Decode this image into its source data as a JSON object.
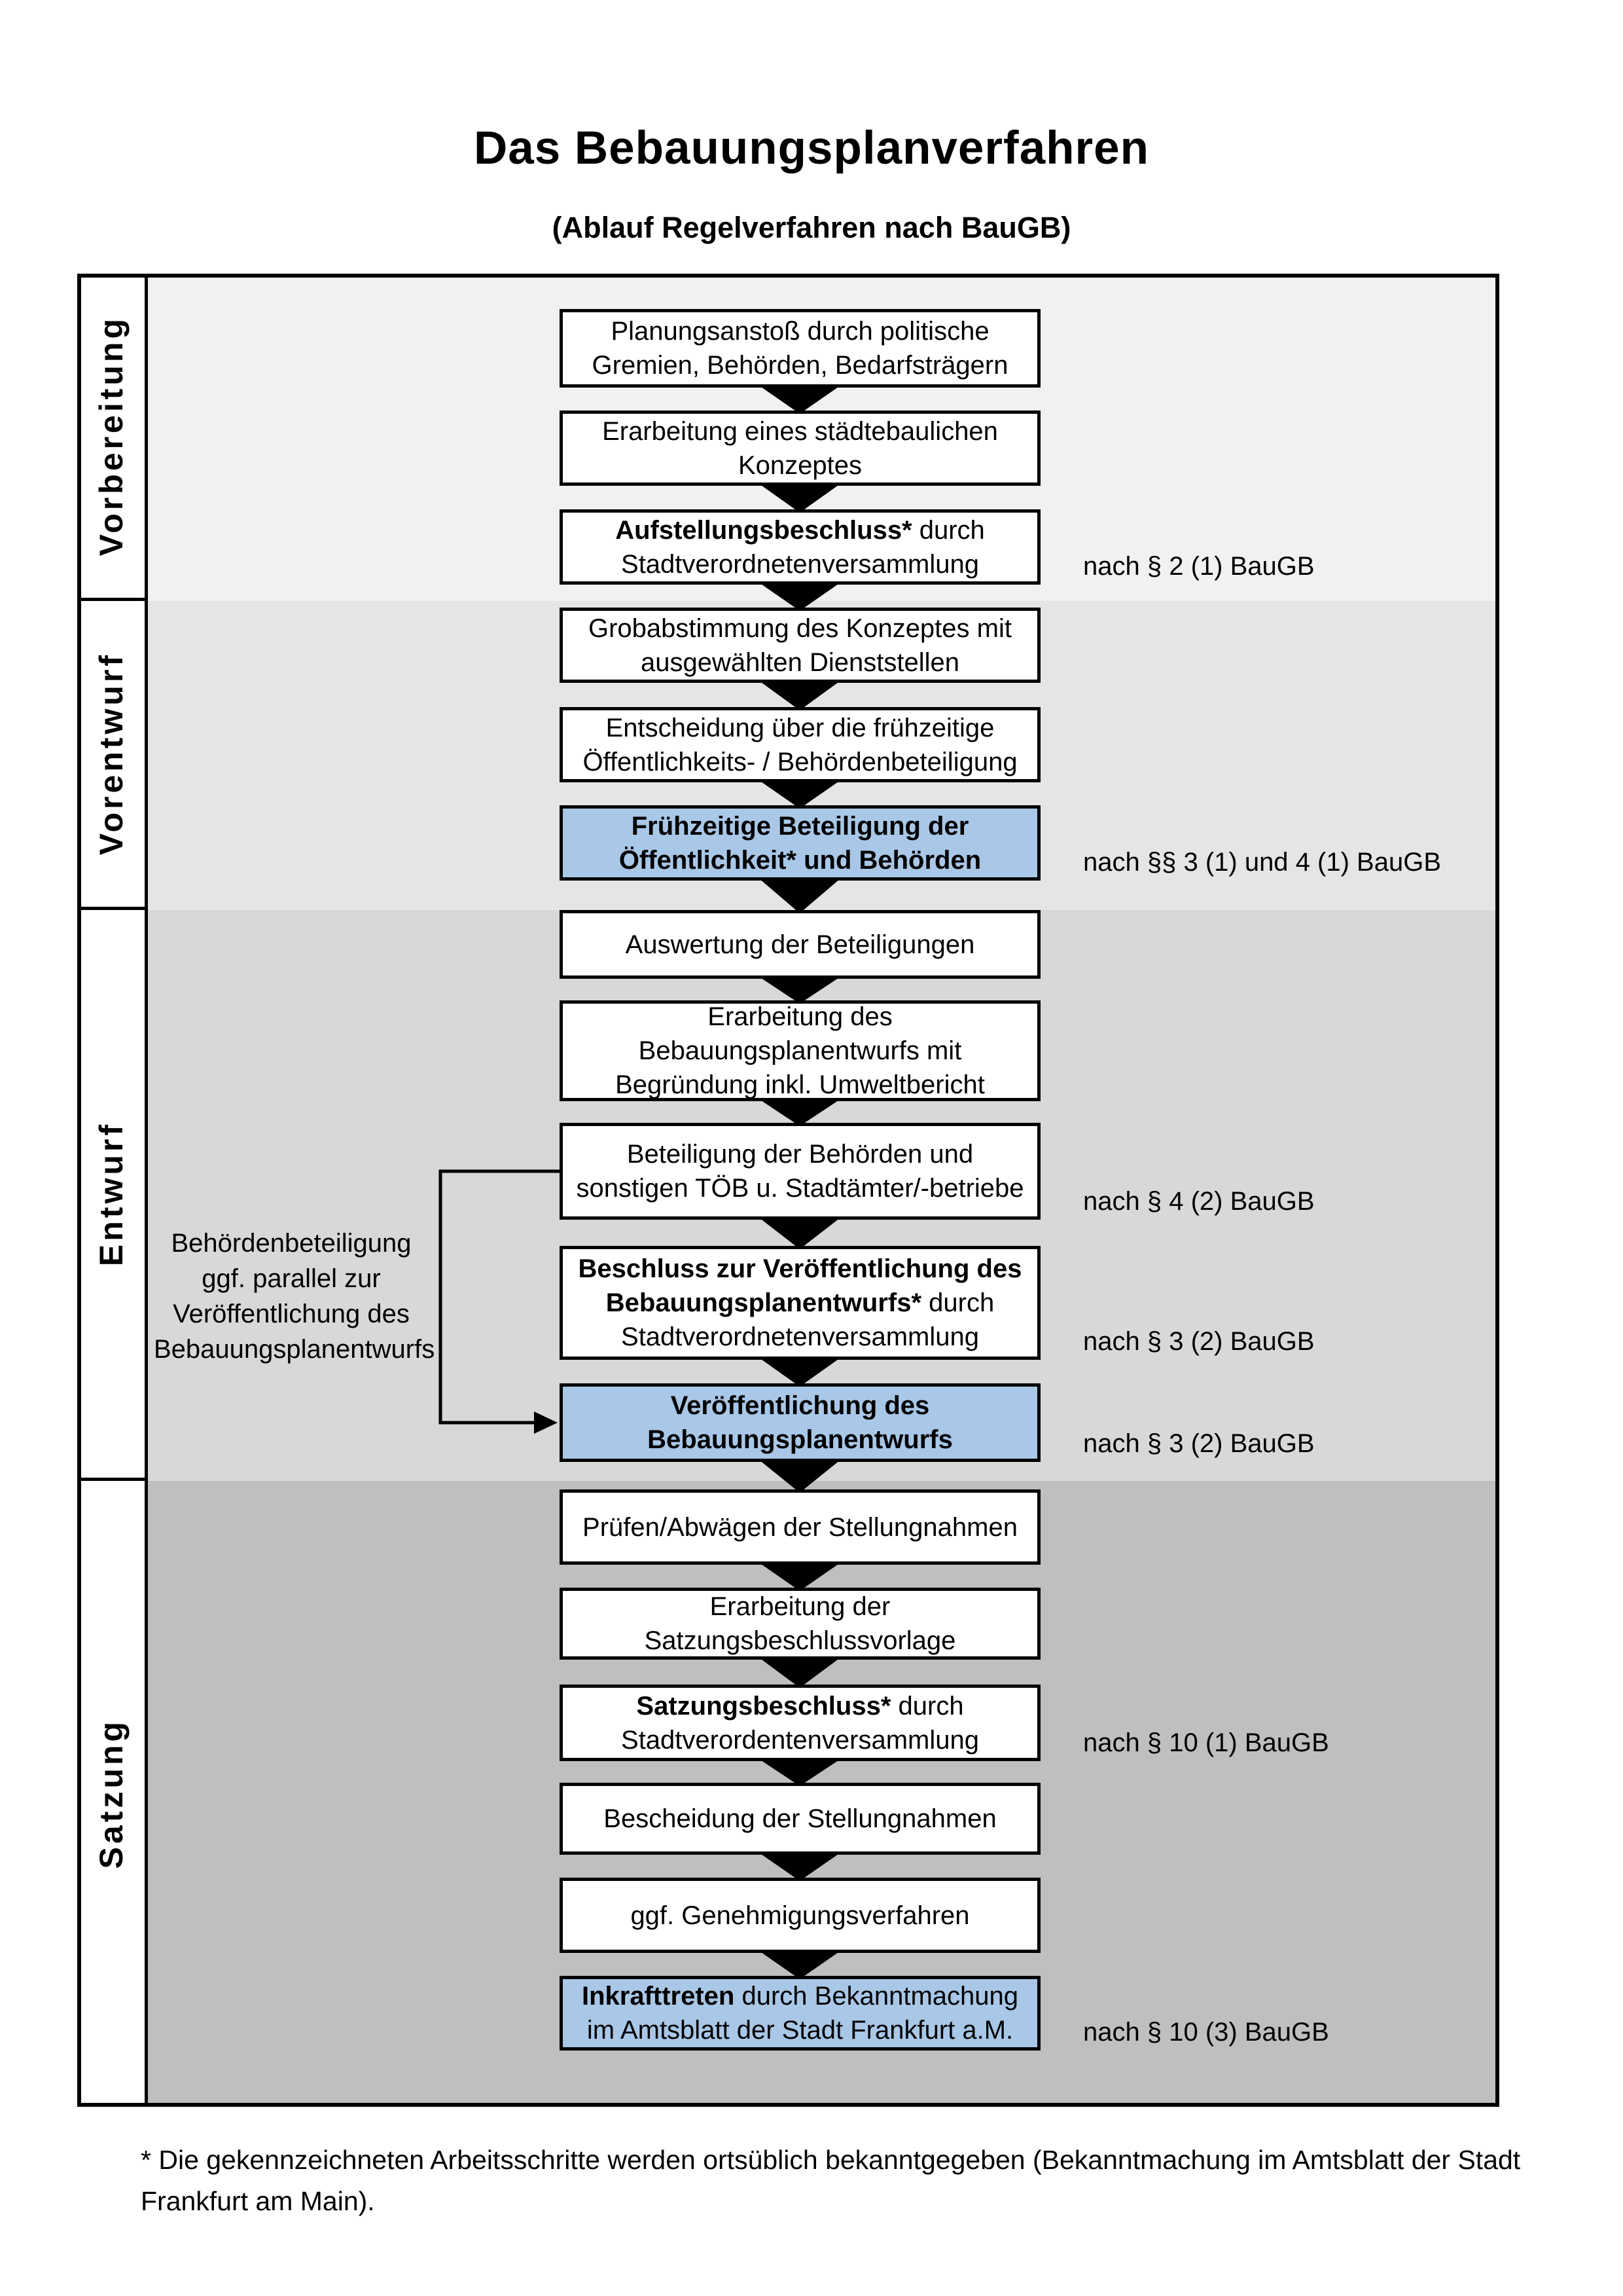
{
  "title": "Das Bebauungsplanverfahren",
  "subtitle": "(Ablauf Regelverfahren nach BauGB)",
  "colors": {
    "highlight_box": "#a9c7e7",
    "box_background": "#ffffff",
    "box_border": "#000000",
    "arrow": "#000000",
    "band_vorbereitung": "#f1f1f1",
    "band_vorentwurf": "#e5e5e5",
    "band_entwurf": "#d8d8d8",
    "band_satzung": "#bfbfbf"
  },
  "phases": [
    {
      "label": "Vorbereitung"
    },
    {
      "label": "Vorentwurf"
    },
    {
      "label": "Entwurf"
    },
    {
      "label": "Satzung"
    }
  ],
  "boxes": [
    {
      "phase": 0,
      "highlight": false,
      "lines": [
        [
          {
            "t": "Planungsanstoß durch politische"
          }
        ],
        [
          {
            "t": "Gremien, Behörden, Bedarfsträgern"
          }
        ]
      ]
    },
    {
      "phase": 0,
      "highlight": false,
      "lines": [
        [
          {
            "t": "Erarbeitung eines städtebaulichen"
          }
        ],
        [
          {
            "t": "Konzeptes"
          }
        ]
      ]
    },
    {
      "phase": 0,
      "highlight": false,
      "annotation": "nach § 2 (1) BauGB",
      "lines": [
        [
          {
            "t": "Aufstellungsbeschluss*",
            "b": true
          },
          {
            "t": " durch"
          }
        ],
        [
          {
            "t": "Stadtverordnetenversammlung"
          }
        ]
      ]
    },
    {
      "phase": 1,
      "highlight": false,
      "lines": [
        [
          {
            "t": "Grobabstimmung des Konzeptes mit"
          }
        ],
        [
          {
            "t": "ausgewählten Dienststellen"
          }
        ]
      ]
    },
    {
      "phase": 1,
      "highlight": false,
      "lines": [
        [
          {
            "t": "Entscheidung über die frühzeitige"
          }
        ],
        [
          {
            "t": "Öffentlichkeits- / Behördenbeteiligung"
          }
        ]
      ]
    },
    {
      "phase": 1,
      "highlight": true,
      "annotation": "nach §§ 3 (1) und 4 (1) BauGB",
      "lines": [
        [
          {
            "t": "Frühzeitige Beteiligung der",
            "b": true
          }
        ],
        [
          {
            "t": "Öffentlichkeit* und Behörden",
            "b": true
          }
        ]
      ]
    },
    {
      "phase": 2,
      "highlight": false,
      "lines": [
        [
          {
            "t": "Auswertung der Beteiligungen"
          }
        ]
      ]
    },
    {
      "phase": 2,
      "highlight": false,
      "lines": [
        [
          {
            "t": "Erarbeitung des"
          }
        ],
        [
          {
            "t": "Bebauungsplanentwurfs mit"
          }
        ],
        [
          {
            "t": "Begründung inkl. Umweltbericht"
          }
        ]
      ]
    },
    {
      "phase": 2,
      "highlight": false,
      "annotation": "nach § 4 (2) BauGB",
      "lines": [
        [
          {
            "t": "Beteiligung der Behörden und"
          }
        ],
        [
          {
            "t": "sonstigen TÖB u. Stadtämter/-betriebe"
          }
        ]
      ]
    },
    {
      "phase": 2,
      "highlight": false,
      "annotation": "nach § 3 (2) BauGB",
      "lines": [
        [
          {
            "t": "Beschluss zur Veröffentlichung des",
            "b": true
          }
        ],
        [
          {
            "t": "Bebauungsplanentwurfs*",
            "b": true
          },
          {
            "t": " durch"
          }
        ],
        [
          {
            "t": "Stadtverordnetenversammlung"
          }
        ]
      ]
    },
    {
      "phase": 2,
      "highlight": true,
      "annotation": "nach § 3 (2) BauGB",
      "lines": [
        [
          {
            "t": "Veröffentlichung des",
            "b": true
          }
        ],
        [
          {
            "t": "Bebauungsplanentwurfs",
            "b": true
          }
        ]
      ]
    },
    {
      "phase": 3,
      "highlight": false,
      "lines": [
        [
          {
            "t": "Prüfen/Abwägen der Stellungnahmen"
          }
        ]
      ]
    },
    {
      "phase": 3,
      "highlight": false,
      "lines": [
        [
          {
            "t": "Erarbeitung der"
          }
        ],
        [
          {
            "t": "Satzungsbeschlussvorlage"
          }
        ]
      ]
    },
    {
      "phase": 3,
      "highlight": false,
      "annotation": "nach § 10 (1) BauGB",
      "lines": [
        [
          {
            "t": "Satzungsbeschluss*",
            "b": true
          },
          {
            "t": " durch"
          }
        ],
        [
          {
            "t": "Stadtverordentenversammlung"
          }
        ]
      ]
    },
    {
      "phase": 3,
      "highlight": false,
      "lines": [
        [
          {
            "t": "Bescheidung der Stellungnahmen"
          }
        ]
      ]
    },
    {
      "phase": 3,
      "highlight": false,
      "lines": [
        [
          {
            "t": "ggf. Genehmigungsverfahren"
          }
        ]
      ]
    },
    {
      "phase": 3,
      "highlight": true,
      "annotation": "nach § 10 (3) BauGB",
      "lines": [
        [
          {
            "t": "Inkrafttreten",
            "b": true
          },
          {
            "t": " durch Bekanntmachung"
          }
        ],
        [
          {
            "t": "im Amtsblatt der Stadt Frankfurt a.M."
          }
        ]
      ]
    }
  ],
  "side_note": {
    "lines": [
      "Behördenbeteiligung",
      "ggf. parallel zur",
      "Veröffentlichung des",
      "Bebauungsplanentwurfs"
    ]
  },
  "footnote_lines": [
    "* Die gekennzeichneten Arbeitsschritte werden ortsüblich bekanntgegeben (Bekanntmachung im Amtsblatt  der Stadt",
    "Frankfurt am Main)."
  ]
}
